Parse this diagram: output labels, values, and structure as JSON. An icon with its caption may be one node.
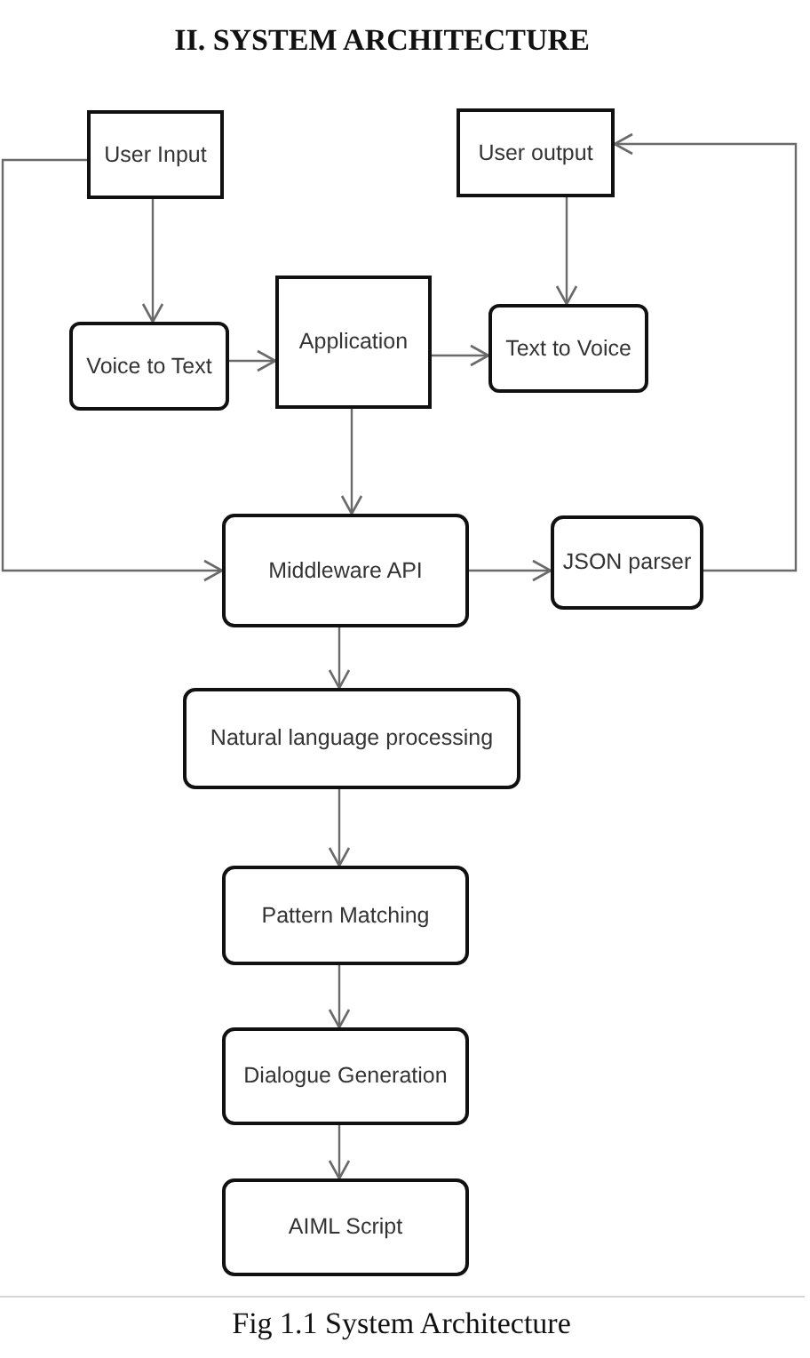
{
  "diagram": {
    "title": "II. SYSTEM ARCHITECTURE",
    "caption": "Fig 1.1 System Architecture",
    "nodes": [
      {
        "text": [
          "User Input"
        ]
      },
      {
        "text": [
          "User output"
        ]
      },
      {
        "text": [
          "Voice to Text"
        ]
      },
      {
        "text": [
          "Application"
        ]
      },
      {
        "text": [
          "Text to Voice"
        ]
      },
      {
        "text": [
          "Middleware API"
        ]
      },
      {
        "text": [
          "JSON parser"
        ]
      },
      {
        "text": [
          "Natural language processing"
        ]
      },
      {
        "text": [
          "Pattern Matching"
        ]
      },
      {
        "text": [
          "Dialogue Generation"
        ]
      },
      {
        "text": [
          "AIML Script"
        ]
      }
    ],
    "edges": [
      {
        "from": 0,
        "to": 2,
        "arrow": "to"
      },
      {
        "from": 2,
        "to": 3,
        "arrow": "to"
      },
      {
        "from": 3,
        "to": 4,
        "arrow": "to"
      },
      {
        "from": 1,
        "to": 4,
        "arrow": "to"
      },
      {
        "from": 0,
        "to": 5,
        "arrow": "to"
      },
      {
        "from": 3,
        "to": 5,
        "arrow": "to"
      },
      {
        "from": 5,
        "to": 6,
        "arrow": "to"
      },
      {
        "from": 6,
        "to": 1,
        "arrow": "to"
      },
      {
        "from": 5,
        "to": 7,
        "arrow": "to"
      },
      {
        "from": 7,
        "to": 8,
        "arrow": "to"
      },
      {
        "from": 8,
        "to": 9,
        "arrow": "to"
      },
      {
        "from": 9,
        "to": 10,
        "arrow": "to"
      }
    ]
  }
}
